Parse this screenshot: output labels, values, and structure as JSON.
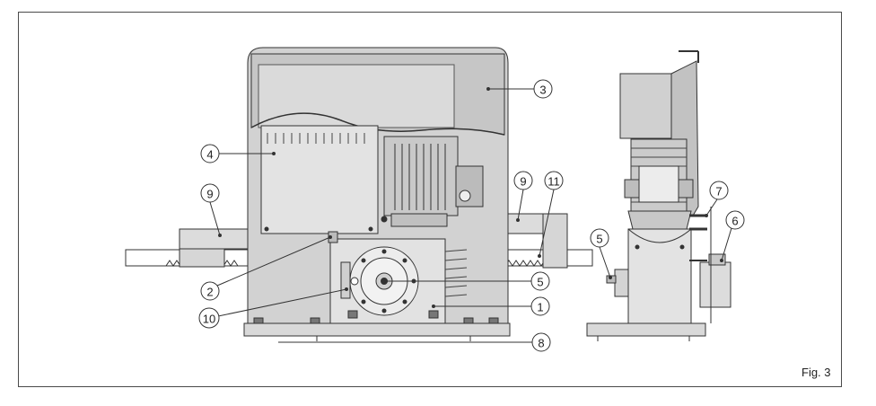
{
  "figure": {
    "label": "Fig. 3"
  },
  "callouts": {
    "c1": "1",
    "c2": "2",
    "c3": "3",
    "c4": "4",
    "c5a": "5",
    "c5b": "5",
    "c6": "6",
    "c7": "7",
    "c8": "8",
    "c9a": "9",
    "c9b": "9",
    "c10": "10",
    "c11": "11"
  },
  "colors": {
    "body": "#d2d2d2",
    "body_dark": "#b9b9b9",
    "line": "#333333",
    "panel": "#e4e4e4"
  }
}
